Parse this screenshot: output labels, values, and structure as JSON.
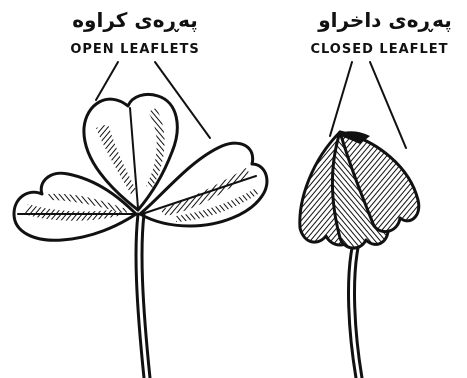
{
  "labels": {
    "open": {
      "kurdish": "پەڕەی کراوە",
      "english": "OPEN LEAFLETS"
    },
    "closed": {
      "kurdish": "پەڕەی داخراو",
      "english": "CLOSED LEAFLET"
    }
  },
  "colors": {
    "ink": "#111111",
    "paper": "#ffffff"
  }
}
